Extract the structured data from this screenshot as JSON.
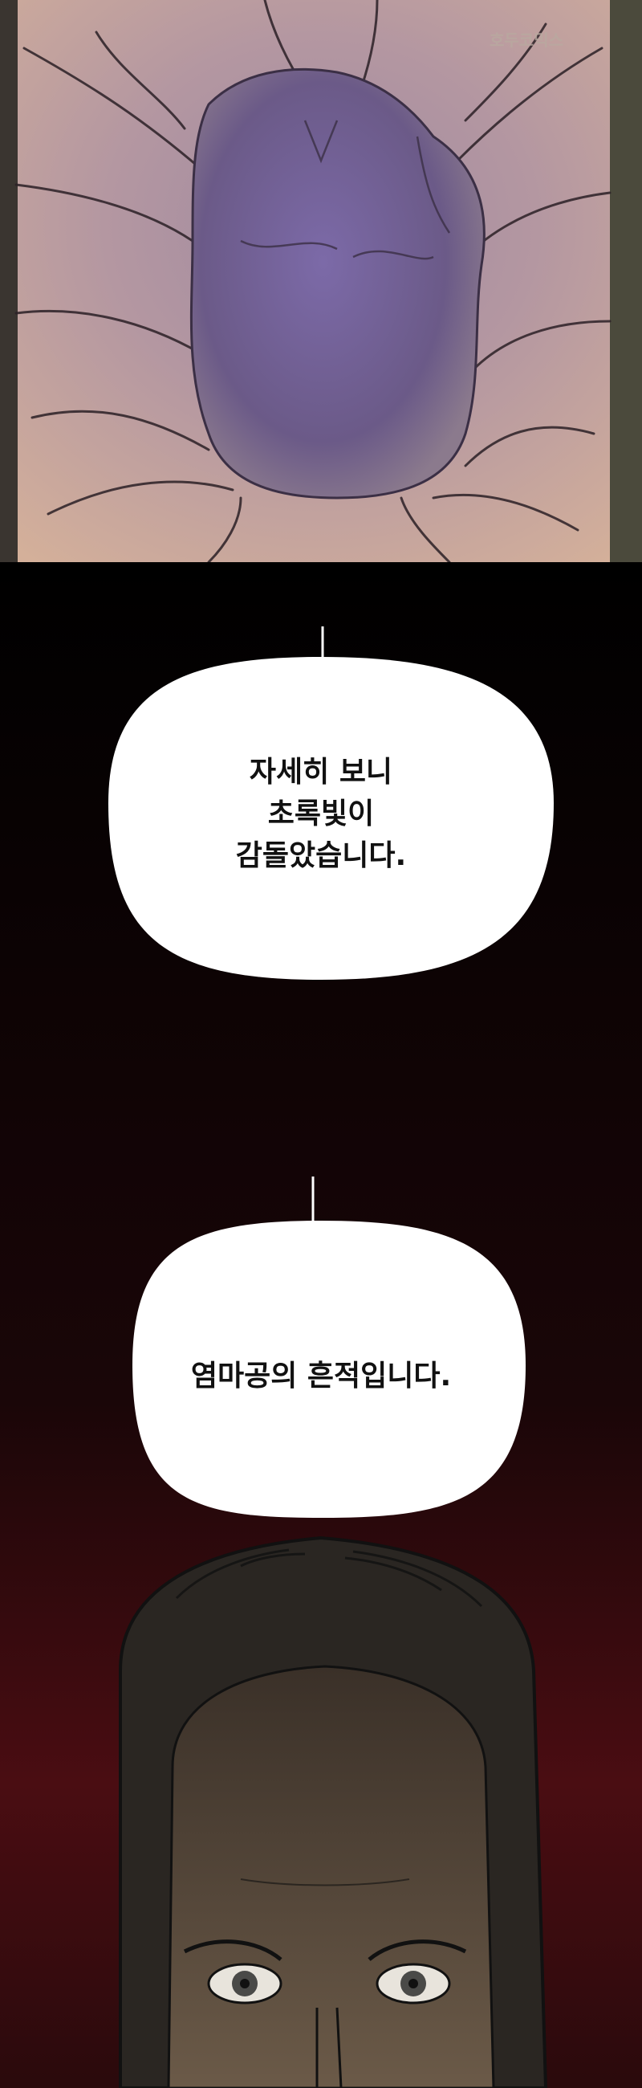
{
  "watermark": {
    "text": "호두코믹스"
  },
  "bubbles": [
    {
      "lines": [
        "자세히 보니",
        "초록빛이",
        "감돌았습니다."
      ]
    },
    {
      "lines": [
        "염마공의 흔적입니다."
      ]
    }
  ],
  "colors": {
    "skin": "#c9a58f",
    "bruise": "#6e5d8f",
    "background": "#000000",
    "red_glow": "#5a0e12",
    "bubble_fill": "#ffffff"
  }
}
